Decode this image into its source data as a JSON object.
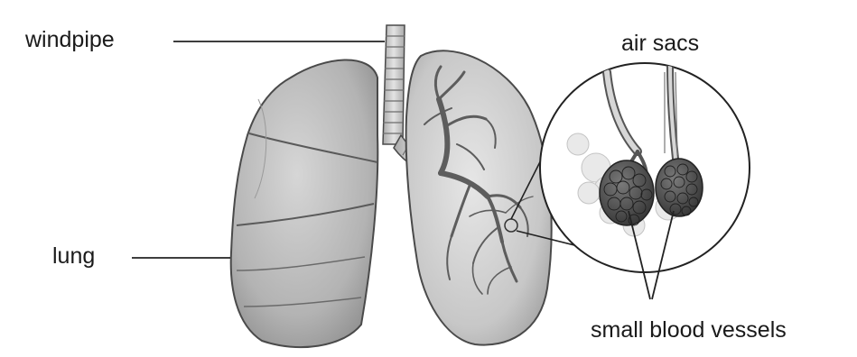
{
  "labels": {
    "windpipe": "windpipe",
    "lung": "lung",
    "air_sacs": "air sacs",
    "small_blood_vessels": "small blood vessels"
  },
  "colors": {
    "lung_fill": "#b9b9b9",
    "lung_light": "#d8d8d8",
    "trachea_fill": "#cfcfcf",
    "sac_dark": "#5b5b5b",
    "sac_light": "#e2e2e2",
    "line": "#222222"
  }
}
